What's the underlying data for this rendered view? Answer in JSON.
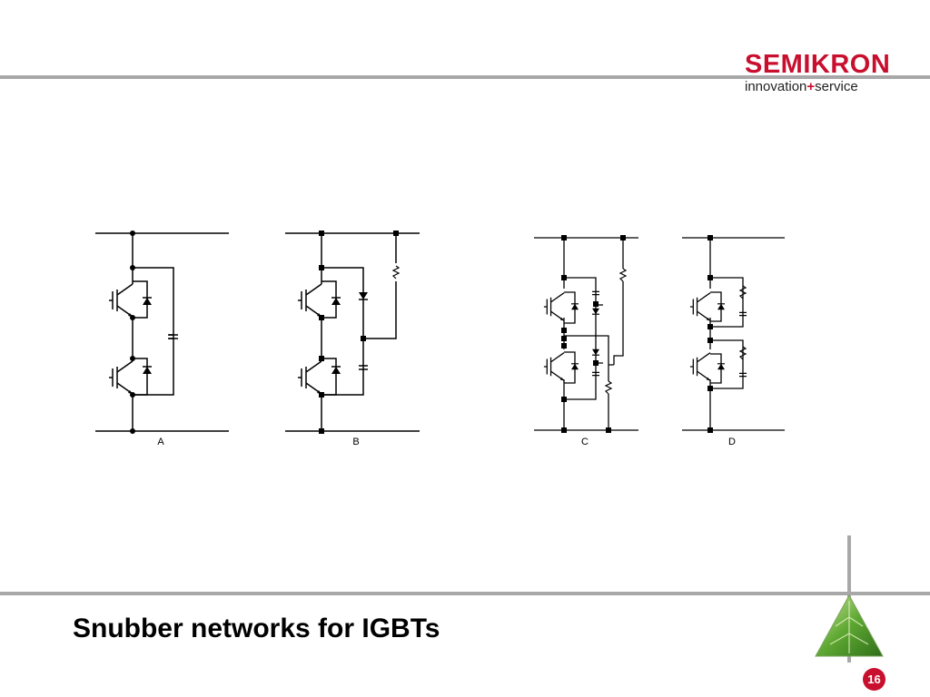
{
  "logo": {
    "brand": "SEMIKRON",
    "tagline_left": "innovation",
    "tagline_plus": "+",
    "tagline_right": "service"
  },
  "slide": {
    "title": "Snubber networks for IGBTs",
    "page_number": "16"
  },
  "figure": {
    "labels": [
      "A",
      "B",
      "C",
      "D"
    ]
  },
  "colors": {
    "brand_red": "#c8102e",
    "rule_gray": "#a8a8a8"
  }
}
